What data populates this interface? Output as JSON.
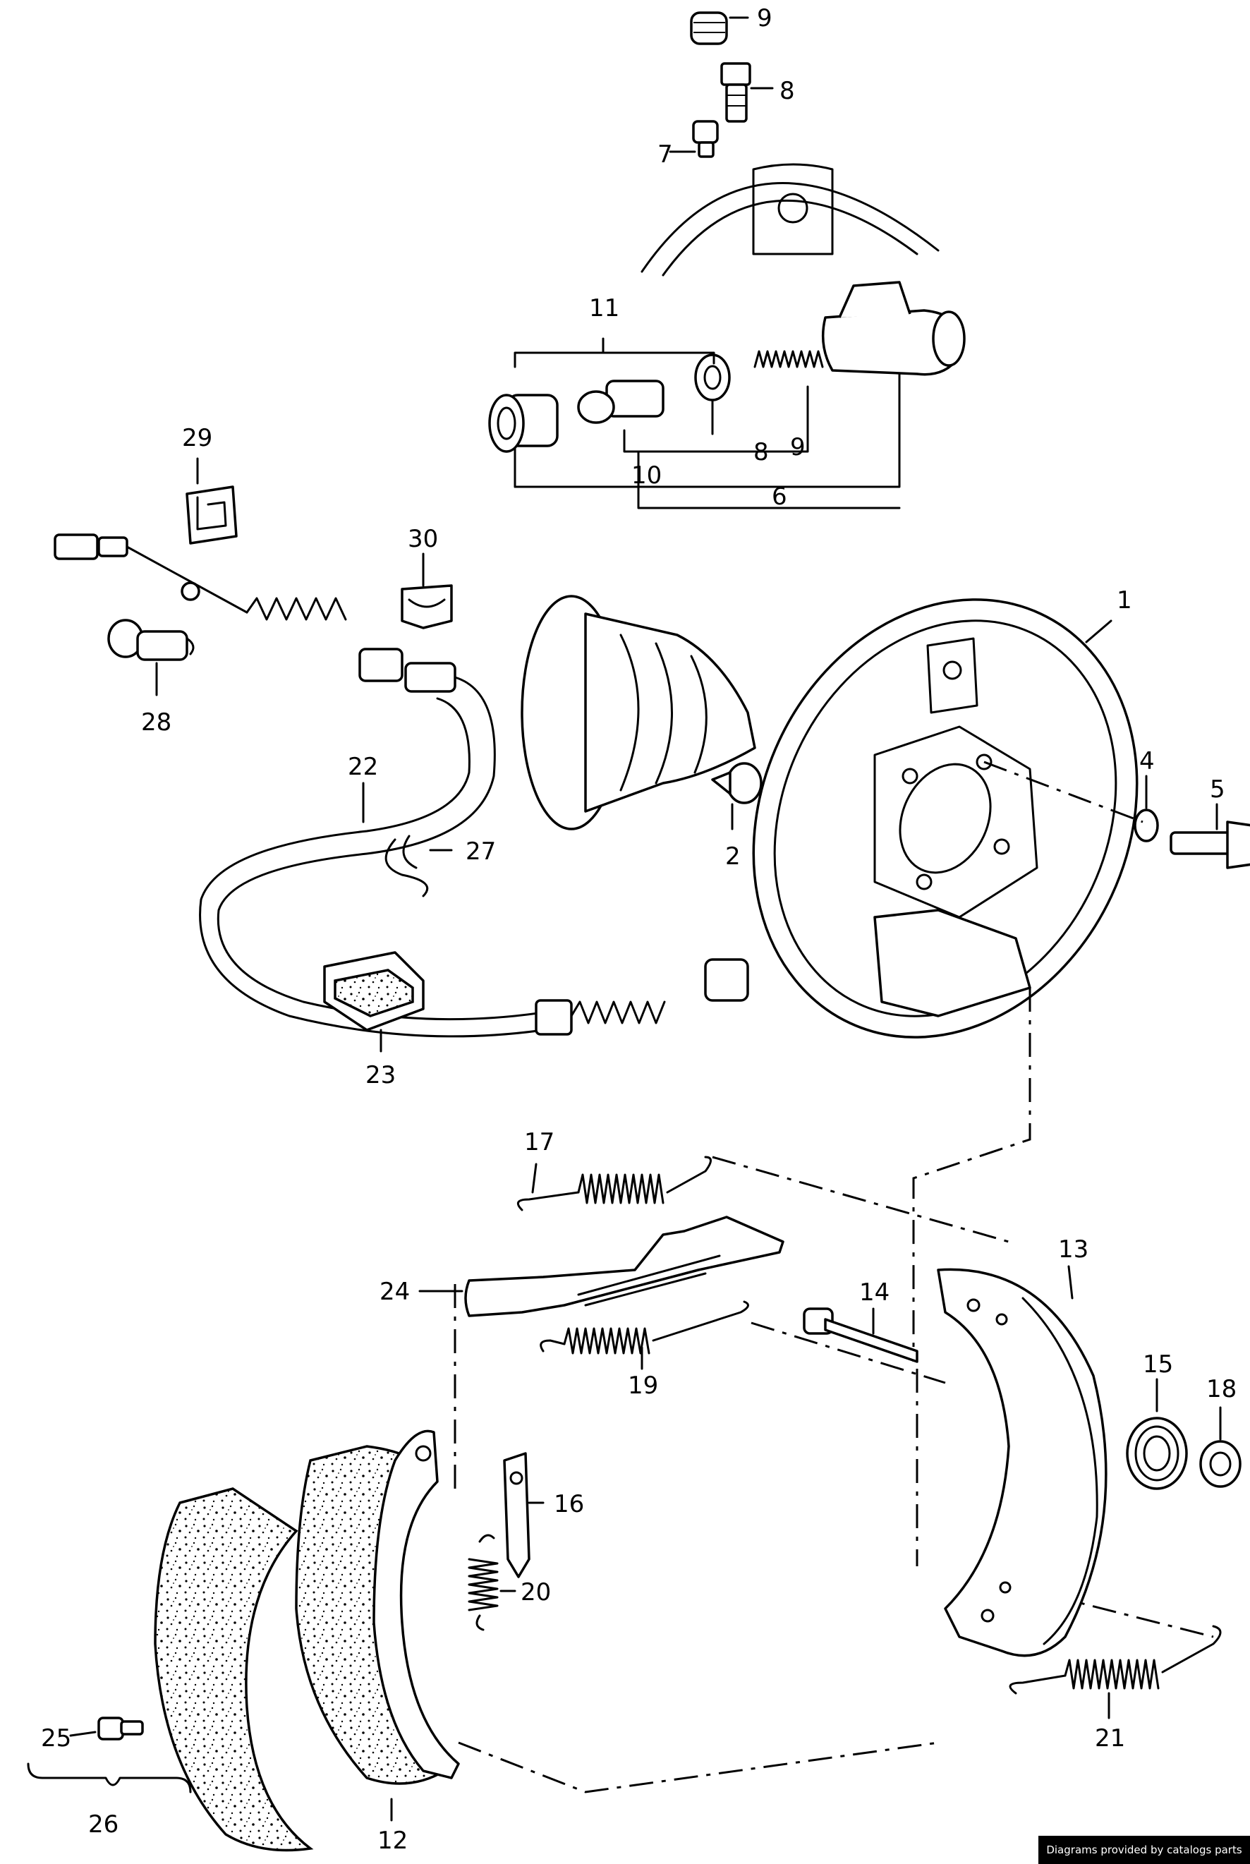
{
  "diagram": {
    "labels": [
      "1",
      "2",
      "4",
      "5",
      "6",
      "7",
      "8",
      "9",
      "10",
      "11",
      "12",
      "13",
      "14",
      "15",
      "16",
      "17",
      "18",
      "19",
      "20",
      "21",
      "22",
      "23",
      "24",
      "25",
      "26",
      "27",
      "28",
      "29",
      "30"
    ],
    "subgroup_labels": [
      "8",
      "9"
    ]
  },
  "footer": {
    "credit": "Diagrams provided by catalogs parts"
  }
}
